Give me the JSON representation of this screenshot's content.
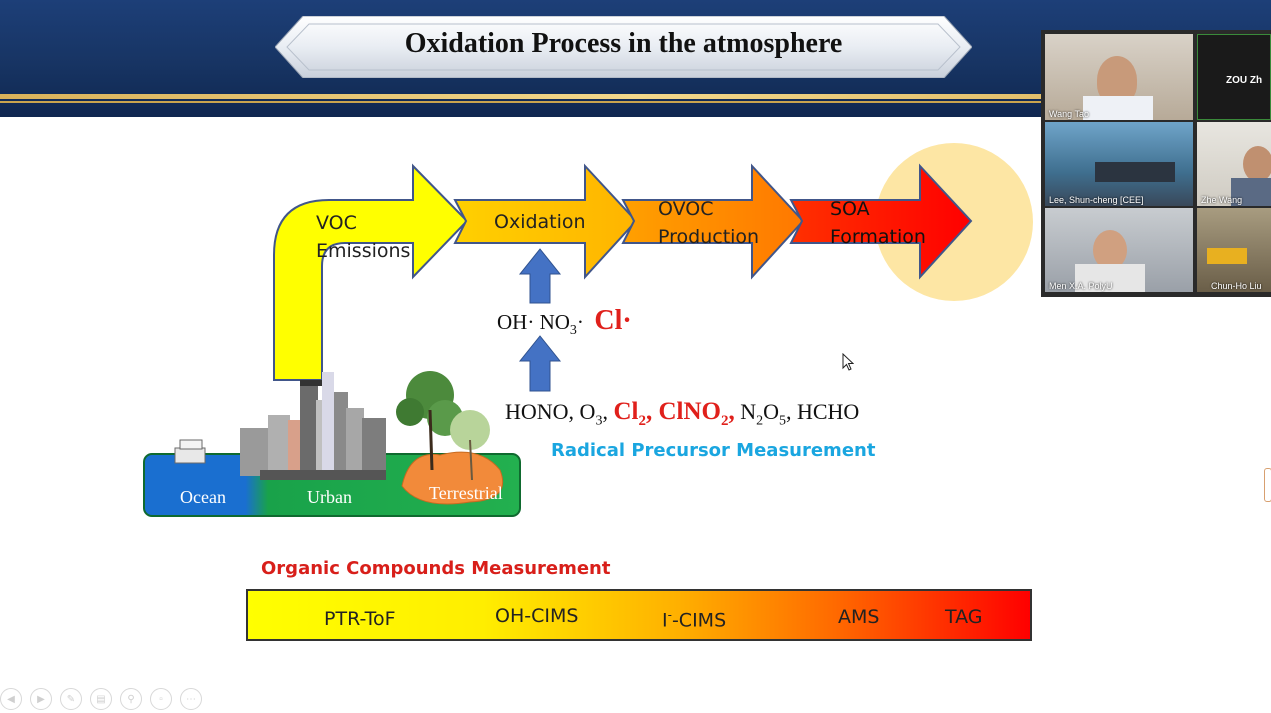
{
  "slide": {
    "title": "Oxidation Process in the atmosphere",
    "steps": {
      "voc_line1": "VOC",
      "voc_line2": "Emissions",
      "oxidation": "Oxidation",
      "ovoc_line1": "OVOC",
      "ovoc_line2": "Production",
      "soa_line1": "SOA",
      "soa_line2": "Formation"
    },
    "radicals": {
      "oh": "OH·",
      "no3_base": "NO",
      "no3_sub": "3",
      "dot": "·",
      "cl": "Cl·"
    },
    "precursors": {
      "hono": "HONO, O",
      "o3_sub": "3",
      "comma1": ",",
      "cl2": "Cl",
      "cl2_sub": "2",
      "clno2": ", ClNO",
      "clno2_sub": "2",
      "comma2": ",",
      "n2o5_n": "N",
      "n2o5_n_sub": "2",
      "n2o5_o": "O",
      "n2o5_o_sub": "5",
      "hcho": ", HCHO"
    },
    "radical_precursor_label": "Radical Precursor Measurement",
    "ground": {
      "ocean": "Ocean",
      "urban": "Urban",
      "terrestrial": "Terrestrial"
    },
    "organic_label": "Organic Compounds Measurement",
    "instruments": {
      "ptr": "PTR-ToF",
      "ohcims": "OH-CIMS",
      "icims_pre": "I",
      "icims_sup": "-",
      "icims_post": "-CIMS",
      "ams": "AMS",
      "tag": "TAG"
    }
  },
  "video": {
    "participants": {
      "p1": "Wang Tao",
      "p2": "ZOU Zh",
      "p3": "Lee, Shun-cheng [CEE]",
      "p4": "Zhe Wang",
      "p5": "Men X.A. PolyU",
      "p6": "Chun-Ho Liu"
    }
  },
  "colors": {
    "banner": "#173463",
    "arrow_blue": "#4472c4",
    "radical_red": "#e0201b",
    "precursor_blue": "#1aa6e0"
  },
  "icons": {
    "controls": [
      "prev-icon",
      "play-icon",
      "pen-icon",
      "slides-icon",
      "zoom-icon",
      "subtitles-icon",
      "more-icon"
    ]
  }
}
